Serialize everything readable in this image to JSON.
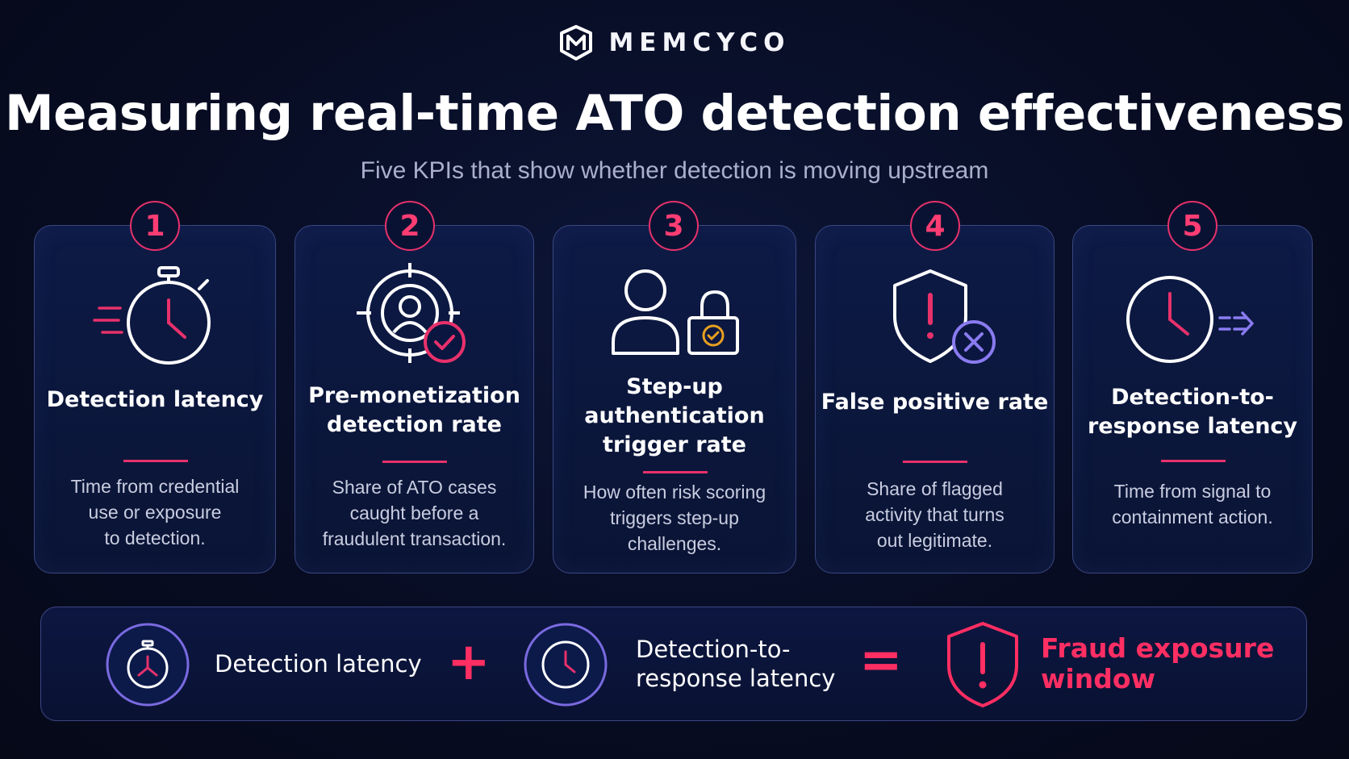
{
  "brand": {
    "name": "MEMCYCO"
  },
  "header": {
    "title": "Measuring real-time ATO detection effectiveness",
    "subtitle": "Five KPIs that show whether detection is moving upstream"
  },
  "kpis": [
    {
      "number": "1",
      "title_lines": [
        "Detection latency"
      ],
      "desc_lines": [
        "Time from credential",
        "use or exposure",
        "to detection."
      ],
      "icon": "stopwatch-icon"
    },
    {
      "number": "2",
      "title_lines": [
        "Pre-monetization",
        "detection rate"
      ],
      "desc_lines": [
        "Share of ATO cases",
        "caught before a",
        "fraudulent transaction."
      ],
      "icon": "target-user-check-icon"
    },
    {
      "number": "3",
      "title_lines": [
        "Step-up",
        "authentication",
        "trigger rate"
      ],
      "desc_lines": [
        "How often risk scoring",
        "triggers step-up",
        "challenges."
      ],
      "icon": "user-lock-icon"
    },
    {
      "number": "4",
      "title_lines": [
        "False positive rate"
      ],
      "desc_lines": [
        "Share of flagged",
        "activity that turns",
        "out legitimate."
      ],
      "icon": "shield-alert-x-icon"
    },
    {
      "number": "5",
      "title_lines": [
        "Detection-to-",
        "response latency"
      ],
      "desc_lines": [
        "Time from signal to",
        "containment action."
      ],
      "icon": "clock-arrow-icon"
    }
  ],
  "equation": {
    "term1": "Detection latency",
    "plus": "+",
    "term2_lines": [
      "Detection-to-",
      "response latency"
    ],
    "equals": "=",
    "result_lines": [
      "Fraud exposure",
      "window"
    ]
  },
  "colors": {
    "accent": "#e8316b",
    "accent_bright": "#ff2e63",
    "purple": "#8a7bf0",
    "background": "#070c22",
    "card_border": "#3b4780"
  }
}
